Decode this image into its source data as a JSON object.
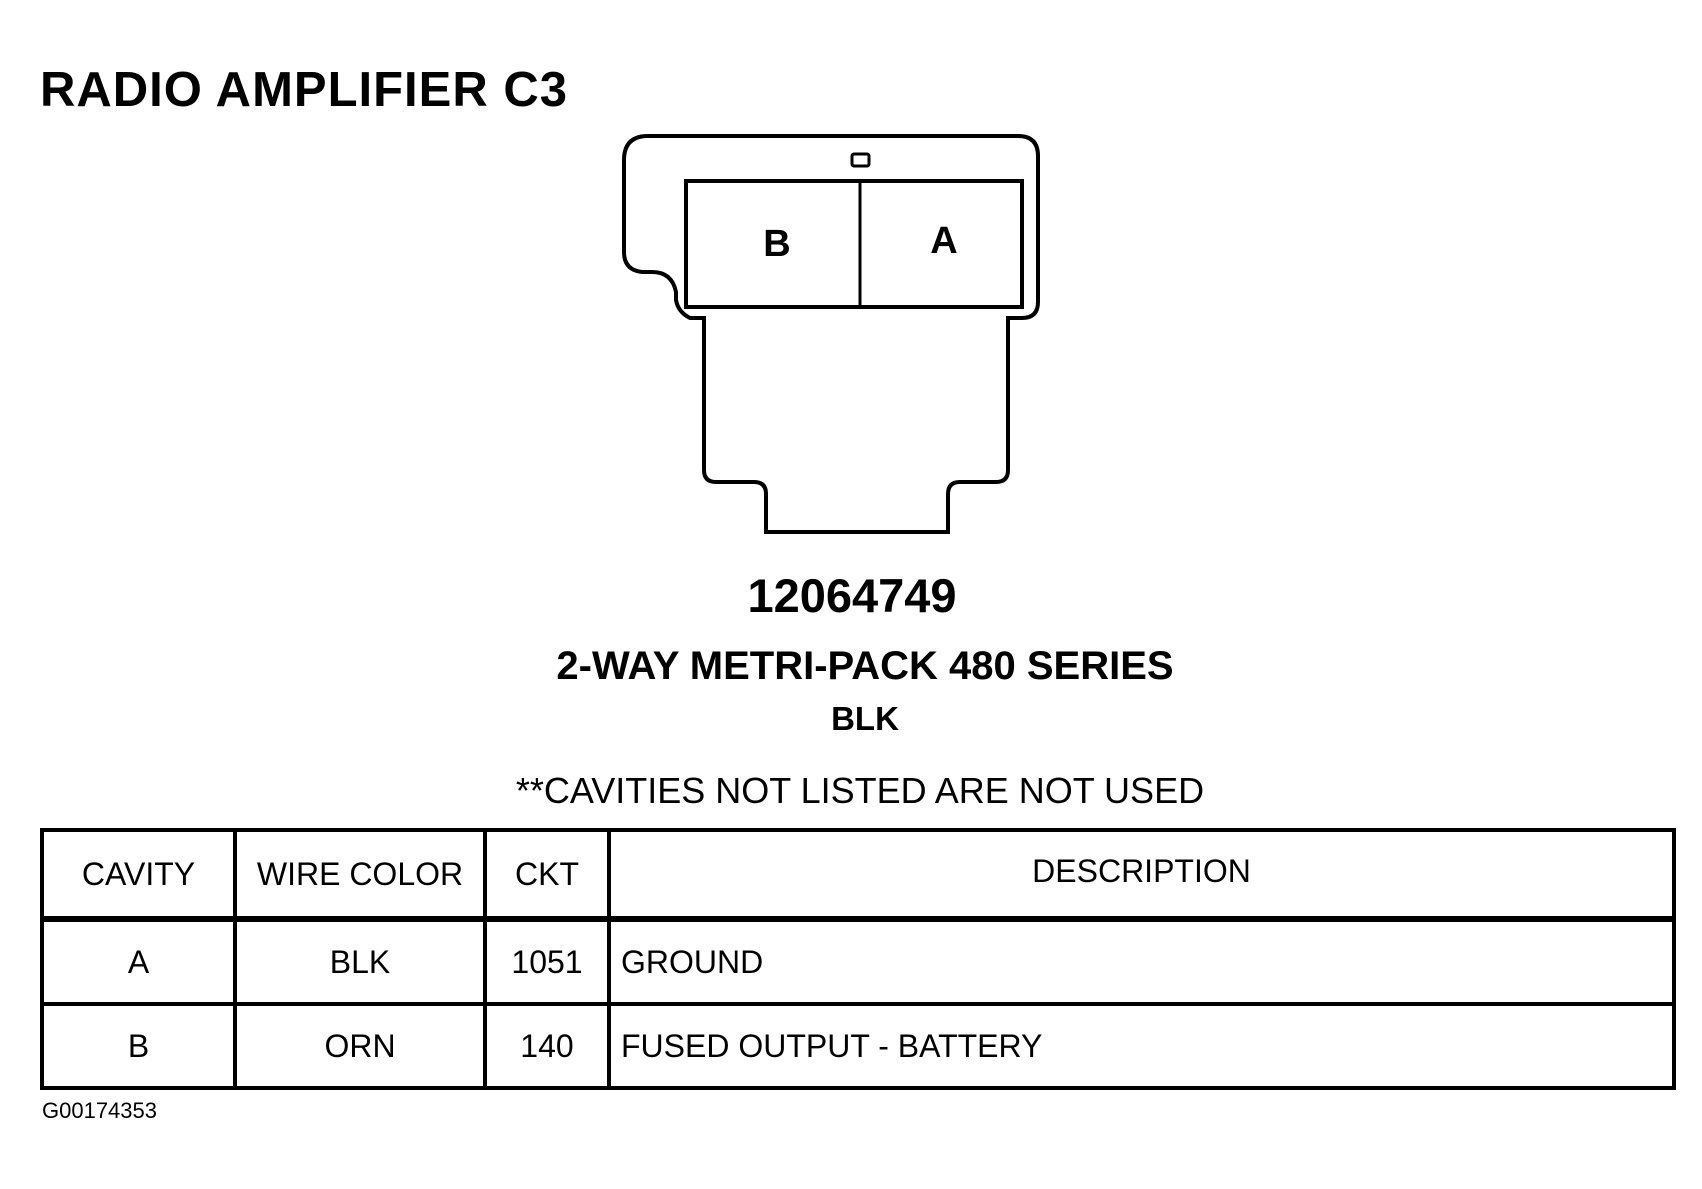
{
  "title": "RADIO AMPLIFIER C3",
  "connector": {
    "cavities": [
      "B",
      "A"
    ]
  },
  "part_number": "12064749",
  "series": "2-WAY METRI-PACK 480 SERIES",
  "color": "BLK",
  "note": "**CAVITIES NOT LISTED ARE NOT USED",
  "table": {
    "headers": [
      "CAVITY",
      "WIRE COLOR",
      "CKT",
      "DESCRIPTION"
    ],
    "rows": [
      {
        "cavity": "A",
        "wire_color": "BLK",
        "ckt": "1051",
        "description": "GROUND"
      },
      {
        "cavity": "B",
        "wire_color": "ORN",
        "ckt": "140",
        "description": "FUSED OUTPUT - BATTERY"
      }
    ]
  },
  "figure_id": "G00174353"
}
